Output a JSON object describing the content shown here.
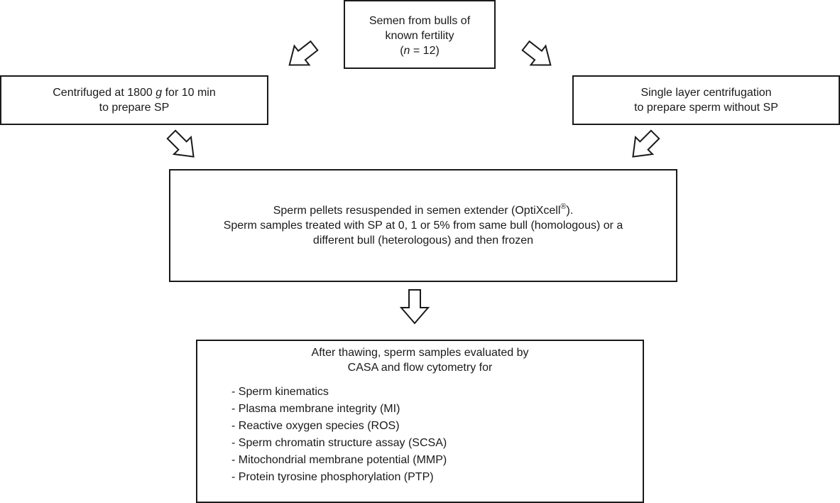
{
  "boxes": {
    "top": {
      "line1": "Semen from bulls of",
      "line2": "known fertility",
      "n_open": "(",
      "n_var": "n",
      "n_rest": " = 12)"
    },
    "left": {
      "line1_a": "Centrifuged at 1800 ",
      "line1_g": "g",
      "line1_b": " for 10 min",
      "line2": "to prepare SP"
    },
    "right": {
      "line1": "Single layer centrifugation",
      "line2": "to prepare sperm without SP"
    },
    "middle": {
      "line1_a": "Sperm pellets resuspended in semen extender (OptiXcell",
      "line1_reg": "®",
      "line1_b": ").",
      "line2": "Sperm samples treated with SP at 0, 1 or 5% from same bull (homologous) or a",
      "line3": "different bull (heterologous) and then frozen"
    },
    "bottom": {
      "intro1": "After thawing, sperm samples evaluated by",
      "intro2": "CASA and flow cytometry for",
      "items": [
        "- Sperm kinematics",
        "- Plasma membrane integrity (MI)",
        "- Reactive oxygen species (ROS)",
        "- Sperm chromatin structure assay (SCSA)",
        "- Mitochondrial membrane potential (MMP)",
        "- Protein tyrosine phosphorylation (PTP)"
      ]
    }
  },
  "arrows": [
    {
      "id": "top-to-left",
      "direction": "down-left"
    },
    {
      "id": "top-to-right",
      "direction": "down-right"
    },
    {
      "id": "left-to-middle",
      "direction": "down-right"
    },
    {
      "id": "right-to-middle",
      "direction": "down-left"
    },
    {
      "id": "middle-to-bottom",
      "direction": "down"
    }
  ],
  "colors": {
    "stroke": "#1a1a1a",
    "fill": "#ffffff",
    "text": "#1a1a1a"
  }
}
